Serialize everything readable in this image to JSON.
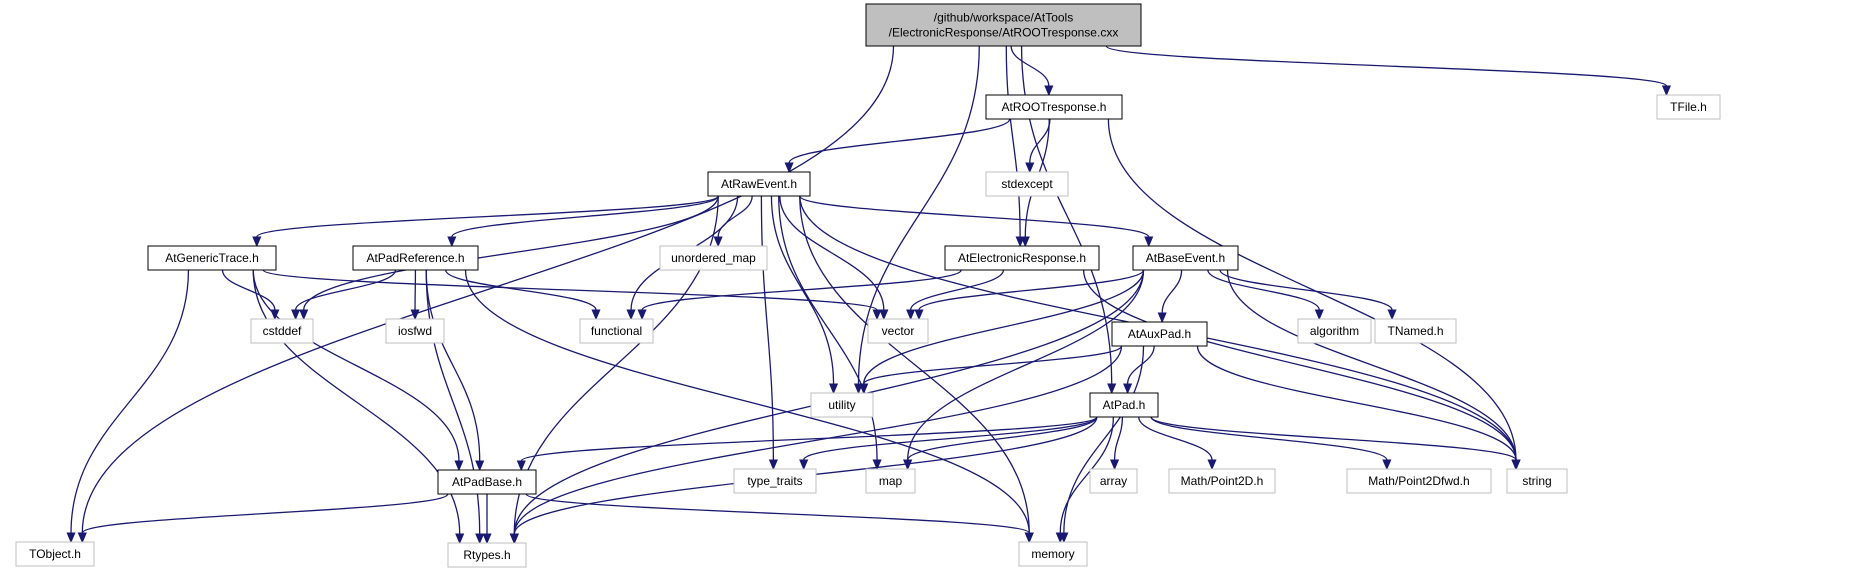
{
  "graph": {
    "nodes": {
      "root": {
        "lines": [
          "/github/workspace/AtTools",
          "/ElectronicResponse/AtROOTresponse.cxx"
        ],
        "style": "root"
      },
      "rootresp": {
        "lines": [
          "AtROOTresponse.h"
        ],
        "style": "doc"
      },
      "tfile": {
        "lines": [
          "TFile.h"
        ],
        "style": "ext"
      },
      "rawevent": {
        "lines": [
          "AtRawEvent.h"
        ],
        "style": "doc"
      },
      "stdexcept": {
        "lines": [
          "stdexcept"
        ],
        "style": "ext"
      },
      "generictrace": {
        "lines": [
          "AtGenericTrace.h"
        ],
        "style": "doc"
      },
      "padreference": {
        "lines": [
          "AtPadReference.h"
        ],
        "style": "doc"
      },
      "unordered_map": {
        "lines": [
          "unordered_map"
        ],
        "style": "ext"
      },
      "electronicresp": {
        "lines": [
          "AtElectronicResponse.h"
        ],
        "style": "doc"
      },
      "baseevent": {
        "lines": [
          "AtBaseEvent.h"
        ],
        "style": "doc"
      },
      "cstddef": {
        "lines": [
          "cstddef"
        ],
        "style": "ext"
      },
      "iosfwd": {
        "lines": [
          "iosfwd"
        ],
        "style": "ext"
      },
      "functional": {
        "lines": [
          "functional"
        ],
        "style": "ext"
      },
      "vector": {
        "lines": [
          "vector"
        ],
        "style": "ext"
      },
      "auxpad": {
        "lines": [
          "AtAuxPad.h"
        ],
        "style": "doc"
      },
      "algorithm": {
        "lines": [
          "algorithm"
        ],
        "style": "ext"
      },
      "tnamed": {
        "lines": [
          "TNamed.h"
        ],
        "style": "ext"
      },
      "utility": {
        "lines": [
          "utility"
        ],
        "style": "ext"
      },
      "pad": {
        "lines": [
          "AtPad.h"
        ],
        "style": "doc"
      },
      "padbase": {
        "lines": [
          "AtPadBase.h"
        ],
        "style": "doc"
      },
      "type_traits": {
        "lines": [
          "type_traits"
        ],
        "style": "ext"
      },
      "map": {
        "lines": [
          "map"
        ],
        "style": "ext"
      },
      "array": {
        "lines": [
          "array"
        ],
        "style": "ext"
      },
      "point2d": {
        "lines": [
          "Math/Point2D.h"
        ],
        "style": "ext"
      },
      "point2dfwd": {
        "lines": [
          "Math/Point2Dfwd.h"
        ],
        "style": "ext"
      },
      "string": {
        "lines": [
          "string"
        ],
        "style": "ext"
      },
      "tobject": {
        "lines": [
          "TObject.h"
        ],
        "style": "ext"
      },
      "rtypes": {
        "lines": [
          "Rtypes.h"
        ],
        "style": "ext"
      },
      "memory": {
        "lines": [
          "memory"
        ],
        "style": "ext"
      }
    },
    "edges": [
      [
        "root",
        "rootresp"
      ],
      [
        "root",
        "tfile"
      ],
      [
        "root",
        "tobject"
      ],
      [
        "root",
        "utility"
      ],
      [
        "root",
        "electronicresp"
      ],
      [
        "root",
        "pad"
      ],
      [
        "rootresp",
        "rawevent"
      ],
      [
        "rootresp",
        "stdexcept"
      ],
      [
        "rootresp",
        "electronicresp"
      ],
      [
        "rootresp",
        "string"
      ],
      [
        "rawevent",
        "generictrace"
      ],
      [
        "rawevent",
        "padreference"
      ],
      [
        "rawevent",
        "unordered_map"
      ],
      [
        "rawevent",
        "baseevent"
      ],
      [
        "rawevent",
        "cstddef"
      ],
      [
        "rawevent",
        "functional"
      ],
      [
        "rawevent",
        "vector"
      ],
      [
        "rawevent",
        "utility"
      ],
      [
        "rawevent",
        "type_traits"
      ],
      [
        "rawevent",
        "map"
      ],
      [
        "rawevent",
        "string"
      ],
      [
        "rawevent",
        "memory"
      ],
      [
        "rawevent",
        "rtypes"
      ],
      [
        "generictrace",
        "cstddef"
      ],
      [
        "generictrace",
        "vector"
      ],
      [
        "generictrace",
        "padbase"
      ],
      [
        "generictrace",
        "tobject"
      ],
      [
        "generictrace",
        "rtypes"
      ],
      [
        "padreference",
        "cstddef"
      ],
      [
        "padreference",
        "iosfwd"
      ],
      [
        "padreference",
        "functional"
      ],
      [
        "padreference",
        "padbase"
      ],
      [
        "padreference",
        "rtypes"
      ],
      [
        "padreference",
        "memory"
      ],
      [
        "electronicresp",
        "functional"
      ],
      [
        "electronicresp",
        "vector"
      ],
      [
        "electronicresp",
        "string"
      ],
      [
        "baseevent",
        "auxpad"
      ],
      [
        "baseevent",
        "vector"
      ],
      [
        "baseevent",
        "algorithm"
      ],
      [
        "baseevent",
        "tnamed"
      ],
      [
        "baseevent",
        "utility"
      ],
      [
        "baseevent",
        "map"
      ],
      [
        "baseevent",
        "string"
      ],
      [
        "baseevent",
        "rtypes"
      ],
      [
        "auxpad",
        "pad"
      ],
      [
        "auxpad",
        "utility"
      ],
      [
        "auxpad",
        "string"
      ],
      [
        "auxpad",
        "memory"
      ],
      [
        "auxpad",
        "rtypes"
      ],
      [
        "pad",
        "padbase"
      ],
      [
        "pad",
        "type_traits"
      ],
      [
        "pad",
        "map"
      ],
      [
        "pad",
        "array"
      ],
      [
        "pad",
        "point2d"
      ],
      [
        "pad",
        "point2dfwd"
      ],
      [
        "pad",
        "string"
      ],
      [
        "pad",
        "memory"
      ],
      [
        "pad",
        "rtypes"
      ],
      [
        "padbase",
        "tobject"
      ],
      [
        "padbase",
        "rtypes"
      ],
      [
        "padbase",
        "memory"
      ]
    ]
  },
  "colors": {
    "edge": "#191970",
    "root_fill": "#bfbfbf",
    "doc_fill": "#ffffff",
    "doc_border": "#000000",
    "ext_border": "#bfbfbf"
  }
}
